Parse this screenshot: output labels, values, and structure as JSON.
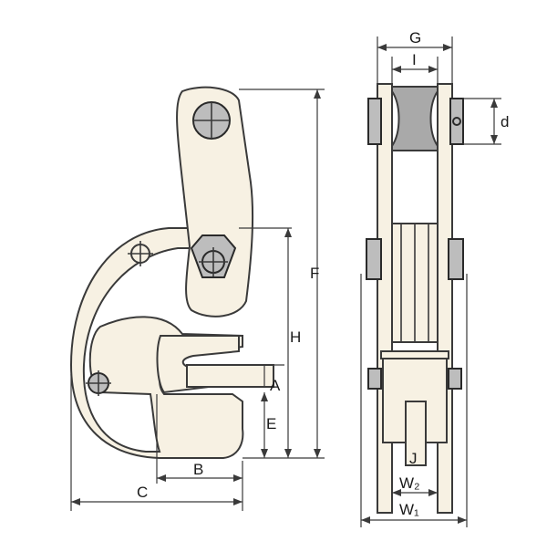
{
  "diagram": {
    "labels": {
      "A": "A",
      "B": "B",
      "C": "C",
      "E": "E",
      "F": "F",
      "H": "H",
      "G": "G",
      "I": "I",
      "d": "d",
      "J": "J",
      "W2": "W₂",
      "W1": "W₁"
    },
    "colors": {
      "line": "#3a3a3a",
      "body_fill": "#f7f1e3",
      "shaded_part": "#a9a9a9"
    }
  }
}
